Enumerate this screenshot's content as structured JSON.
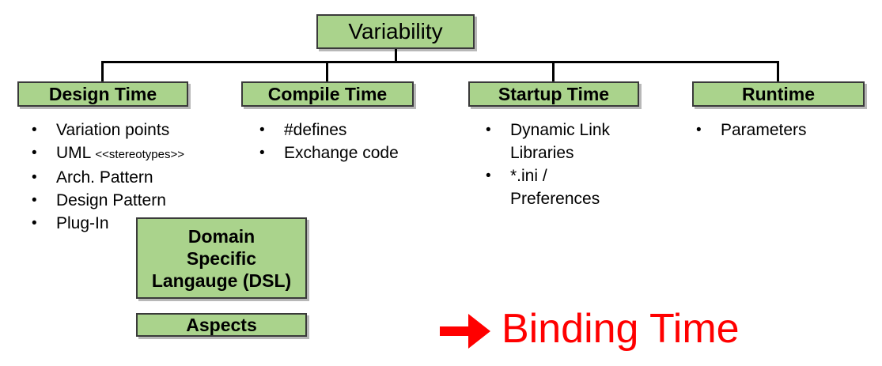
{
  "colors": {
    "box_fill": "#aad38c",
    "box_border": "#3a3a3a",
    "connector": "#000000",
    "accent_red": "#ff0000"
  },
  "title_box": {
    "label": "Variability"
  },
  "branches": [
    {
      "label": "Design Time",
      "items": [
        {
          "text": "Variation points"
        },
        {
          "text": "UML",
          "note": "<<stereotypes>>"
        },
        {
          "text": "Arch. Pattern"
        },
        {
          "text": "Design Pattern"
        },
        {
          "text": "Plug-In"
        }
      ]
    },
    {
      "label": "Compile Time",
      "items": [
        {
          "text": "#defines"
        },
        {
          "text": "Exchange code"
        }
      ]
    },
    {
      "label": "Startup Time",
      "items": [
        {
          "text": "Dynamic Link Libraries"
        },
        {
          "text": "*.ini / Preferences"
        }
      ]
    },
    {
      "label": "Runtime",
      "items": [
        {
          "text": "Parameters"
        }
      ]
    }
  ],
  "extras": {
    "dsl_lines": [
      "Domain",
      "Specific",
      "Langauge (DSL)"
    ],
    "aspects_label": "Aspects"
  },
  "footer": {
    "arrow_icon": "right-arrow",
    "label": "Binding Time"
  },
  "bullet_glyph": "•"
}
